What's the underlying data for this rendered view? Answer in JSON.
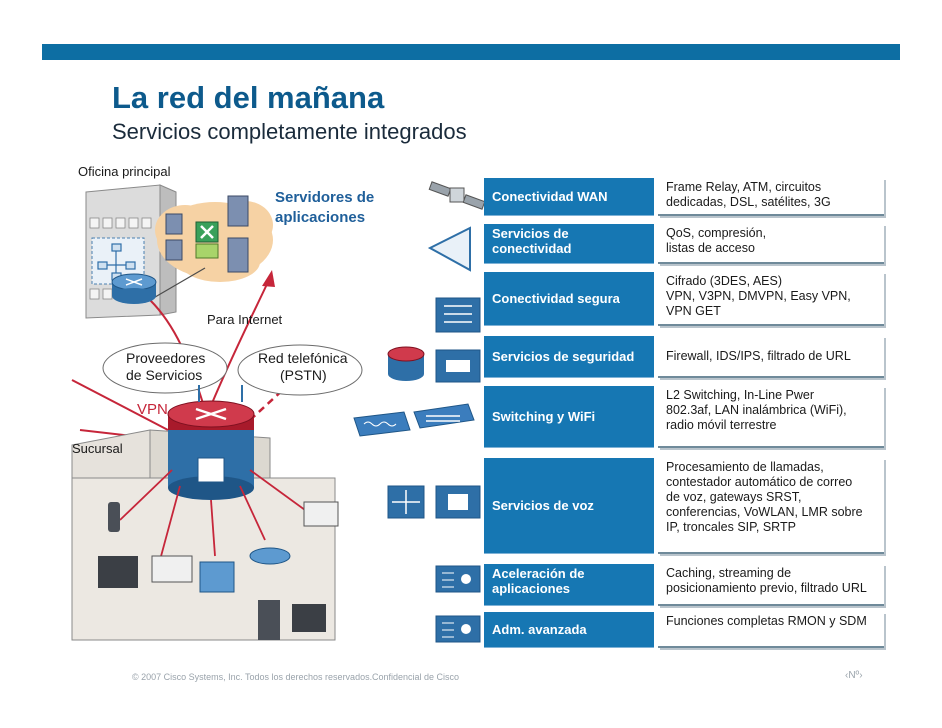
{
  "header": {
    "title": "La red del mañana",
    "subtitle": "Servicios completamente integrados"
  },
  "diagram": {
    "head_office": "Oficina principal",
    "app_servers": [
      "Servidores de",
      "aplicaciones"
    ],
    "to_internet": "Para Internet",
    "providers": [
      "Proveedores",
      "de Servicios"
    ],
    "pstn": [
      "Red telefónica",
      "(PSTN)"
    ],
    "vpn": "VPN",
    "branch": "Sucursal"
  },
  "services": [
    {
      "name": [
        "Conectividad  WAN"
      ],
      "desc": [
        "Frame Relay, ATM, circuitos",
        "dedicadas, DSL, satélites, 3G"
      ]
    },
    {
      "name": [
        "Servicios de",
        "conectividad"
      ],
      "desc": [
        "QoS, compresión,",
        "listas de acceso"
      ]
    },
    {
      "name": [
        "Conectividad segura"
      ],
      "desc": [
        "Cifrado (3DES, AES)",
        "VPN, V3PN, DMVPN, Easy VPN,",
        "VPN GET"
      ]
    },
    {
      "name": [
        "Servicios de seguridad"
      ],
      "desc": [
        "Firewall, IDS/IPS, filtrado de URL"
      ]
    },
    {
      "name": [
        "Switching y WiFi"
      ],
      "desc": [
        "L2 Switching, In-Line Pwer",
        "802.3af, LAN inalámbrica (WiFi),",
        "radio móvil terrestre"
      ]
    },
    {
      "name": [
        "Servicios de voz"
      ],
      "desc": [
        "Procesamiento de llamadas,",
        "contestador automático de correo",
        "de voz, gateways SRST,",
        "conferencias, VoWLAN, LMR sobre",
        "IP, troncales SIP, SRTP"
      ]
    },
    {
      "name": [
        "Aceleración de",
        "aplicaciones"
      ],
      "desc": [
        "Caching, streaming de",
        "posicionamiento previo, filtrado URL"
      ]
    },
    {
      "name": [
        "Adm. avanzada"
      ],
      "desc": [
        "Funciones completas RMON y SDM"
      ]
    }
  ],
  "footer": {
    "copyright": "© 2007 Cisco Systems, Inc. Todos los derechos reservados.",
    "confidential": "Confidencial de Cisco",
    "page": "‹Nº›"
  },
  "colors": {
    "brand_blue": "#0d6ea3",
    "service_blue": "#1677b3",
    "router_red": "#b5182b",
    "link_red": "#d0263a"
  }
}
